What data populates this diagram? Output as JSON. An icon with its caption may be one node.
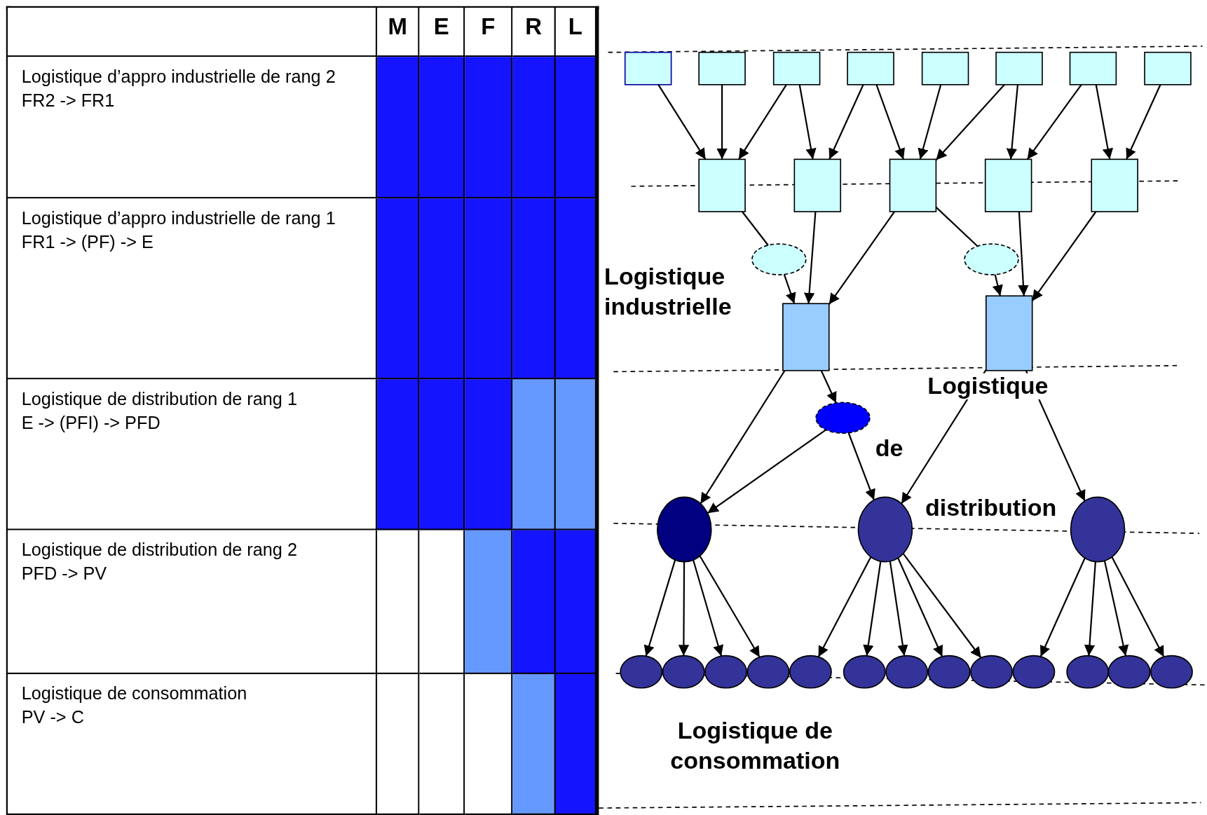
{
  "diagram": {
    "nodes": [
      {
        "text": [],
        "shape": "box"
      },
      {
        "text": [],
        "shape": "box"
      },
      {
        "text": [],
        "shape": "box"
      },
      {
        "text": [],
        "shape": "box"
      },
      {
        "text": [],
        "shape": "box"
      },
      {
        "text": [],
        "shape": "box"
      },
      {
        "text": [],
        "shape": "box"
      },
      {
        "text": [],
        "shape": "box"
      },
      {
        "text": [],
        "shape": "box"
      },
      {
        "text": [],
        "shape": "box"
      },
      {
        "text": [],
        "shape": "box"
      },
      {
        "text": [],
        "shape": "box"
      },
      {
        "text": [],
        "shape": "box"
      },
      {
        "text": [],
        "shape": "ellipse"
      },
      {
        "text": [],
        "shape": "ellipse"
      },
      {
        "text": [],
        "shape": "box"
      },
      {
        "text": [],
        "shape": "box"
      },
      {
        "text": [],
        "shape": "ellipse"
      },
      {
        "text": [],
        "shape": "circle"
      },
      {
        "text": [],
        "shape": "circle"
      },
      {
        "text": [],
        "shape": "circle"
      },
      {
        "text": [],
        "shape": "ellipse"
      },
      {
        "text": [],
        "shape": "ellipse"
      },
      {
        "text": [],
        "shape": "ellipse"
      },
      {
        "text": [],
        "shape": "ellipse"
      },
      {
        "text": [],
        "shape": "ellipse"
      },
      {
        "text": [],
        "shape": "ellipse"
      },
      {
        "text": [],
        "shape": "ellipse"
      },
      {
        "text": [],
        "shape": "ellipse"
      },
      {
        "text": [],
        "shape": "ellipse"
      },
      {
        "text": [],
        "shape": "ellipse"
      },
      {
        "text": [],
        "shape": "ellipse"
      },
      {
        "text": [],
        "shape": "ellipse"
      },
      {
        "text": [],
        "shape": "ellipse"
      }
    ],
    "edges": [
      {
        "from": 0,
        "to": 8,
        "arrow": "to"
      },
      {
        "from": 1,
        "to": 8,
        "arrow": "to"
      },
      {
        "from": 2,
        "to": 8,
        "arrow": "to"
      },
      {
        "from": 2,
        "to": 9,
        "arrow": "to"
      },
      {
        "from": 3,
        "to": 9,
        "arrow": "to"
      },
      {
        "from": 3,
        "to": 10,
        "arrow": "to"
      },
      {
        "from": 4,
        "to": 10,
        "arrow": "to"
      },
      {
        "from": 5,
        "to": 10,
        "arrow": "to"
      },
      {
        "from": 5,
        "to": 11,
        "arrow": "to"
      },
      {
        "from": 6,
        "to": 11,
        "arrow": "to"
      },
      {
        "from": 6,
        "to": 12,
        "arrow": "to"
      },
      {
        "from": 7,
        "to": 12,
        "arrow": "to"
      },
      {
        "from": 8,
        "to": 13,
        "arrow": "none"
      },
      {
        "from": 13,
        "to": 15,
        "arrow": "to"
      },
      {
        "from": 9,
        "to": 15,
        "arrow": "to"
      },
      {
        "from": 10,
        "to": 15,
        "arrow": "to"
      },
      {
        "from": 10,
        "to": 14,
        "arrow": "none"
      },
      {
        "from": 14,
        "to": 16,
        "arrow": "to"
      },
      {
        "from": 11,
        "to": 16,
        "arrow": "to"
      },
      {
        "from": 12,
        "to": 16,
        "arrow": "to"
      },
      {
        "from": 15,
        "to": 18,
        "arrow": "to"
      },
      {
        "from": 15,
        "to": 17,
        "arrow": "to"
      },
      {
        "from": 17,
        "to": 18,
        "arrow": "to"
      },
      {
        "from": 17,
        "to": 19,
        "arrow": "to"
      },
      {
        "from": 16,
        "to": 19,
        "arrow": "to"
      },
      {
        "from": 16,
        "to": 20,
        "arrow": "to"
      },
      {
        "from": 18,
        "to": 21,
        "arrow": "to"
      },
      {
        "from": 18,
        "to": 22,
        "arrow": "to"
      },
      {
        "from": 18,
        "to": 23,
        "arrow": "to"
      },
      {
        "from": 18,
        "to": 24,
        "arrow": "to"
      },
      {
        "from": 19,
        "to": 25,
        "arrow": "to"
      },
      {
        "from": 19,
        "to": 26,
        "arrow": "to"
      },
      {
        "from": 19,
        "to": 27,
        "arrow": "to"
      },
      {
        "from": 19,
        "to": 28,
        "arrow": "to"
      },
      {
        "from": 19,
        "to": 29,
        "arrow": "to"
      },
      {
        "from": 20,
        "to": 30,
        "arrow": "to"
      },
      {
        "from": 20,
        "to": 31,
        "arrow": "to"
      },
      {
        "from": 20,
        "to": 32,
        "arrow": "to"
      },
      {
        "from": 20,
        "to": 33,
        "arrow": "to"
      }
    ],
    "labels": [
      "M",
      "E",
      "F",
      "R",
      "L",
      "Logistique d’appro industrielle de rang 2",
      "FR2 -> FR1",
      "Logistique d’appro industrielle de rang 1",
      "FR1 -> (PF) -> E",
      "Logistique de distribution de rang 1",
      "E -> (PFI) -> PFD",
      "Logistique de distribution de rang 2",
      "PFD -> PV",
      "Logistique de consommation",
      "PV -> C",
      "Logistique industrielle",
      "Logistique",
      "de",
      "distribution",
      "Logistique de consommation"
    ]
  }
}
